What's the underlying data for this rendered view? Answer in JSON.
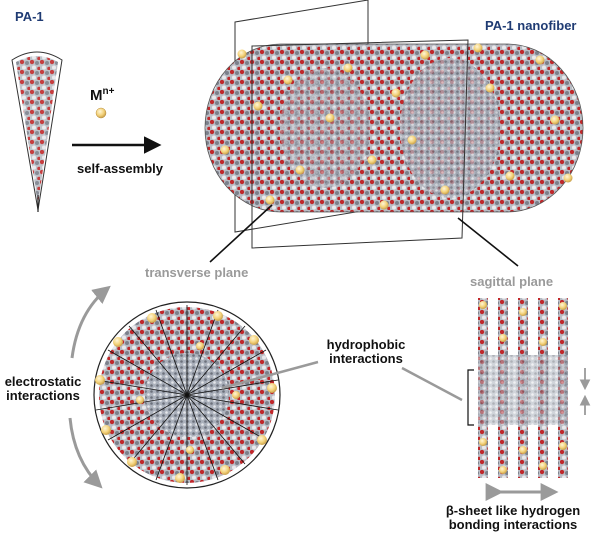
{
  "labels": {
    "pa1": "PA-1",
    "metal_base": "M",
    "metal_sup": "n+",
    "self_assembly": "self-assembly",
    "nanofiber": "PA-1 nanofiber",
    "transverse_plane": "transverse plane",
    "sagittal_plane": "sagittal plane",
    "electrostatic_line1": "electrostatic",
    "electrostatic_line2": "interactions",
    "hydrophobic_line1": "hydrophobic",
    "hydrophobic_line2": "interactions",
    "beta_line1": "β-sheet like hydrogen",
    "beta_line2": "bonding interactions"
  },
  "colors": {
    "title_navy": "#1f3b73",
    "oxygen_red": "#c0282b",
    "carbon_gray": "#8a8f99",
    "hydrogen_white": "#eeeeee",
    "metal_ion": "#f3d27a",
    "annotation_gray": "#9a9a9a"
  }
}
